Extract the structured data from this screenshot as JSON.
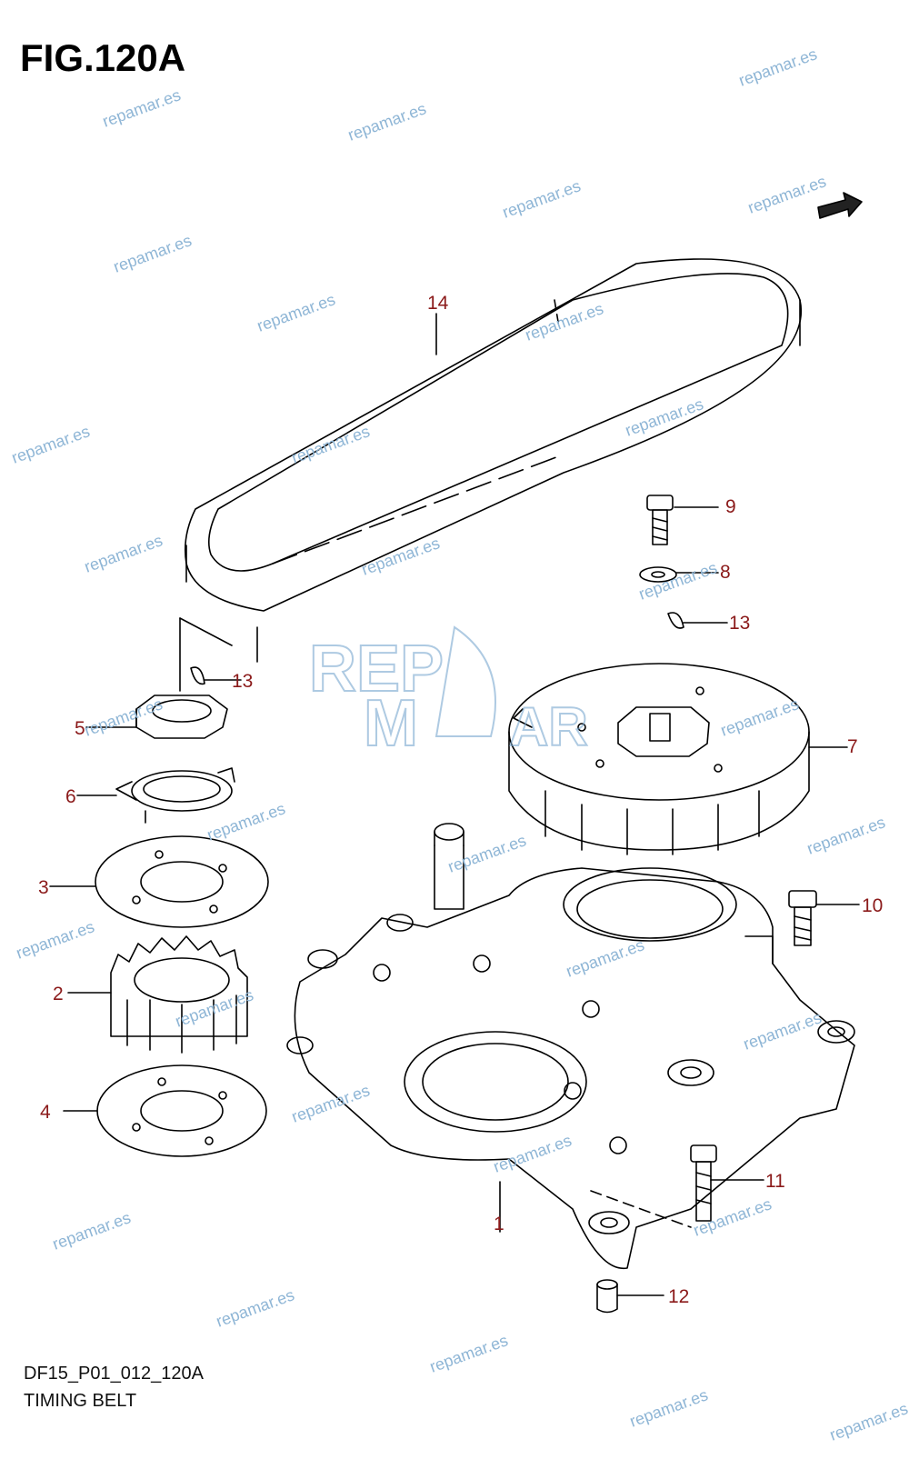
{
  "figure": {
    "title": "FIG.120A",
    "code": "DF15_P01_012_120A",
    "caption": "TIMING BELT"
  },
  "parts": [
    {
      "id": "1",
      "label": "1"
    },
    {
      "id": "2",
      "label": "2"
    },
    {
      "id": "3",
      "label": "3"
    },
    {
      "id": "4",
      "label": "4"
    },
    {
      "id": "5",
      "label": "5"
    },
    {
      "id": "6",
      "label": "6"
    },
    {
      "id": "7",
      "label": "7"
    },
    {
      "id": "8",
      "label": "8"
    },
    {
      "id": "9",
      "label": "9"
    },
    {
      "id": "10",
      "label": "10"
    },
    {
      "id": "11",
      "label": "11"
    },
    {
      "id": "12",
      "label": "12"
    },
    {
      "id": "13a",
      "label": "13"
    },
    {
      "id": "13b",
      "label": "13"
    },
    {
      "id": "14",
      "label": "14"
    }
  ],
  "watermark": "repamar.es",
  "logo": {
    "text": "REPMAR"
  },
  "colors": {
    "line": "#000000",
    "label": "#8b1a1a",
    "watermark": "#8fb6d6"
  },
  "icons": {
    "direction": "arrow-forward-icon"
  }
}
